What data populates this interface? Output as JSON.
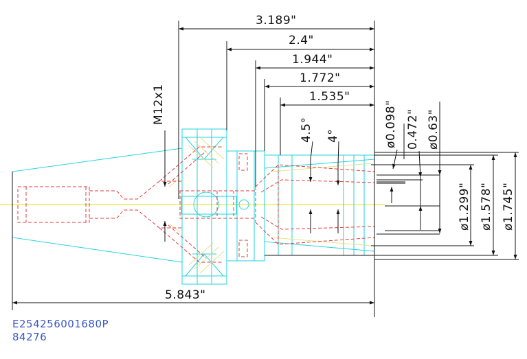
{
  "colors": {
    "outline": "#22d3dc",
    "hidden": "#e23a3a",
    "center": "#e8e000",
    "hatch": "#e8e08a",
    "dimension": "#111111",
    "code": "#3a56c8"
  },
  "dimensions": {
    "overall_length": "5.843\"",
    "len_3189": "3.189\"",
    "len_24": "2.4\"",
    "len_1944": "1.944\"",
    "len_1772": "1.772\"",
    "len_1535": "1.535\"",
    "thread": "M12x1",
    "angle_45": "4.5°",
    "angle_4": "4°",
    "dia_0098": "ø0.098\"",
    "len_0472": "0.472\"",
    "dia_063": "ø0.63\"",
    "dia_1299": "ø1.299\"",
    "dia_1578": "ø1.578\"",
    "dia_1745": "ø1.745\""
  },
  "footer": {
    "part_number": "E254256001680P",
    "code": "84276"
  }
}
